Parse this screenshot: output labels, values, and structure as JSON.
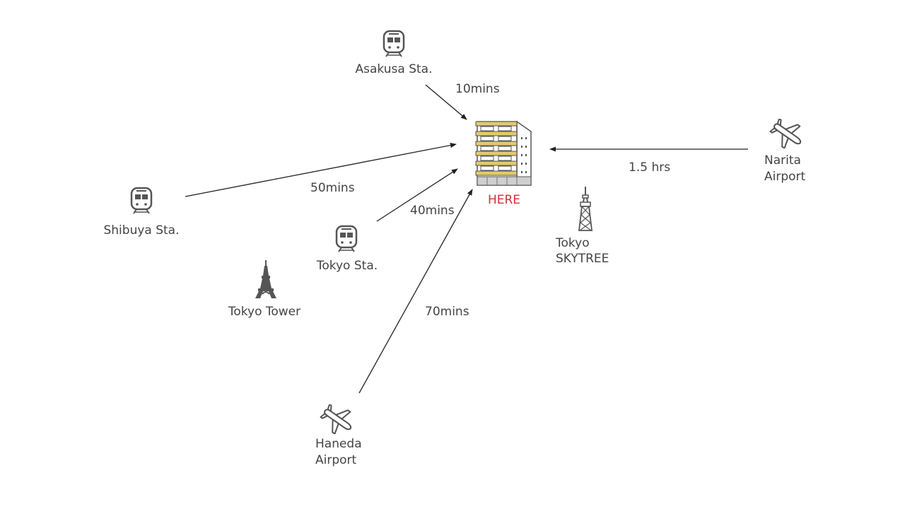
{
  "destination": {
    "label": "HERE",
    "label_color": "#cc3333",
    "icon": "apartment-building-icon"
  },
  "origins": {
    "asakusa": {
      "label": "Asakusa Sta.",
      "icon": "train-icon",
      "time": "10mins"
    },
    "shibuya": {
      "label": "Shibuya Sta.",
      "icon": "train-icon",
      "time": "50mins"
    },
    "tokyo_sta": {
      "label": "Tokyo Sta.",
      "icon": "train-icon",
      "time": "40mins"
    },
    "haneda": {
      "label_line1": "Haneda",
      "label_line2": "Airport",
      "icon": "airplane-icon",
      "time": "70mins"
    },
    "narita": {
      "label_line1": "Narita",
      "label_line2": "Airport",
      "icon": "airplane-icon",
      "time": "1.5 hrs"
    }
  },
  "landmarks": {
    "tokyo_tower": {
      "label": "Tokyo Tower",
      "icon": "tokyo-tower-icon"
    },
    "skytree": {
      "label_line1": "Tokyo",
      "label_line2": "SKYTREE",
      "icon": "skytree-tower-icon"
    }
  },
  "colors": {
    "icon_gray": "#555555",
    "building_accent": "#e3c96e",
    "arrow": "#222222"
  }
}
